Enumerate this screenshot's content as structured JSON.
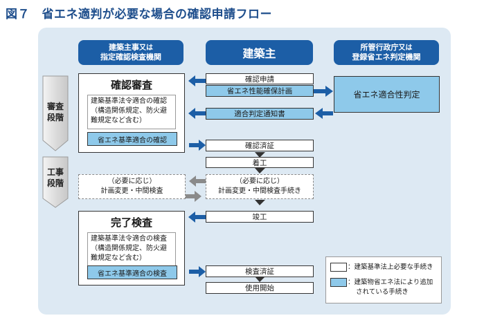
{
  "title": "図７　省エネ適判が必要な場合の確認申請フロー",
  "headers": {
    "left_line1": "建築主事",
    "left_line1_small": "又は",
    "left_line2": "指定確認検査機関",
    "center": "建築主",
    "right_line1": "所管行政庁",
    "right_line1_small": "又は",
    "right_line2": "登録省エネ判定機関"
  },
  "stages": {
    "review": "審査段階",
    "construction": "工事段階"
  },
  "review_box": {
    "title": "確認審査",
    "inner_text": "建築基準法令適合の確認（構造関係規定、防火避難規定など含む）",
    "blue_label": "省エネ基準適合の確認"
  },
  "complete_box": {
    "title": "完了検査",
    "inner_text": "建築基準法令適合の検査（構造関係規定、防火避難規定など含む）",
    "blue_label": "省エネ基準適合の検査"
  },
  "center_steps": {
    "application": "確認申請",
    "energy_plan": "省エネ性能確保計画",
    "notice": "適合判定通知書",
    "certificate": "確認済証",
    "start": "着工",
    "change_line1": "（必要に応じ）",
    "change_line2": "計画変更・中間検査手続き",
    "completion": "竣工",
    "inspection_cert": "検査済証",
    "use_start": "使用開始"
  },
  "left_change": {
    "line1": "（必要に応じ）",
    "line2": "計画変更・中間検査"
  },
  "right_box": "省エネ適合性判定",
  "legend": {
    "white": "：建築基準法上必要な手続き",
    "blue_line1": "：建築物省エネ法により追加",
    "blue_line2": "されている手続き"
  },
  "colors": {
    "header_blue": "#1c5ea6",
    "arrow_blue": "#1c5ea6",
    "light_blue": "#8ec9ea",
    "panel": "#dde9f3",
    "gray": "#8a8a8a"
  }
}
